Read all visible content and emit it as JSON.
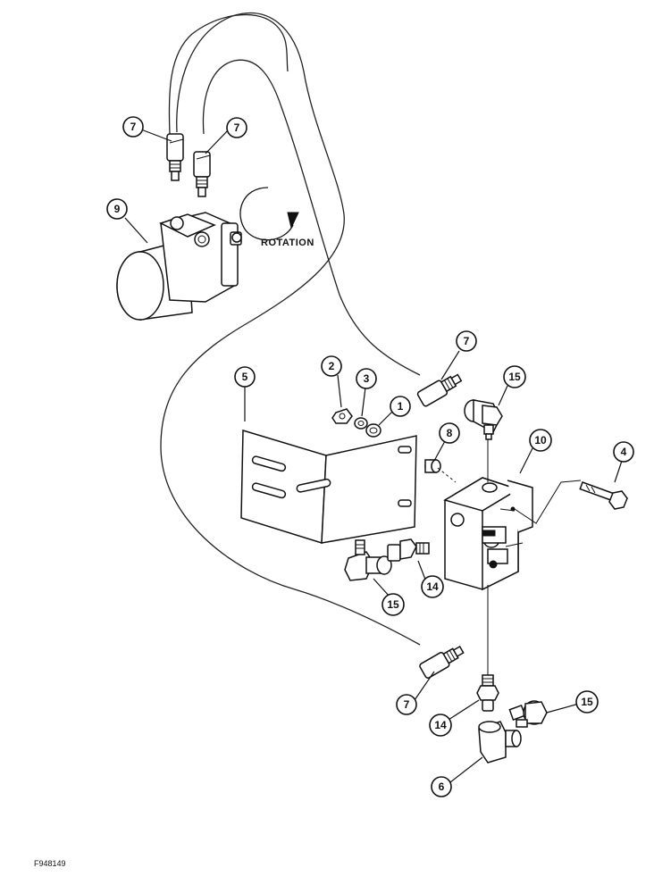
{
  "figure_id": "F948149",
  "rotation_label": "ROTATION",
  "callouts": [
    {
      "id": "c7a",
      "label": "7"
    },
    {
      "id": "c7b",
      "label": "7"
    },
    {
      "id": "c9",
      "label": "9"
    },
    {
      "id": "c7c",
      "label": "7"
    },
    {
      "id": "c2",
      "label": "2"
    },
    {
      "id": "c3",
      "label": "3"
    },
    {
      "id": "c5",
      "label": "5"
    },
    {
      "id": "c15a",
      "label": "15"
    },
    {
      "id": "c1",
      "label": "1"
    },
    {
      "id": "c8",
      "label": "8"
    },
    {
      "id": "c10",
      "label": "10"
    },
    {
      "id": "c4",
      "label": "4"
    },
    {
      "id": "c14a",
      "label": "14"
    },
    {
      "id": "c15b",
      "label": "15"
    },
    {
      "id": "c7d",
      "label": "7"
    },
    {
      "id": "c14b",
      "label": "14"
    },
    {
      "id": "c15c",
      "label": "15"
    },
    {
      "id": "c6",
      "label": "6"
    }
  ]
}
